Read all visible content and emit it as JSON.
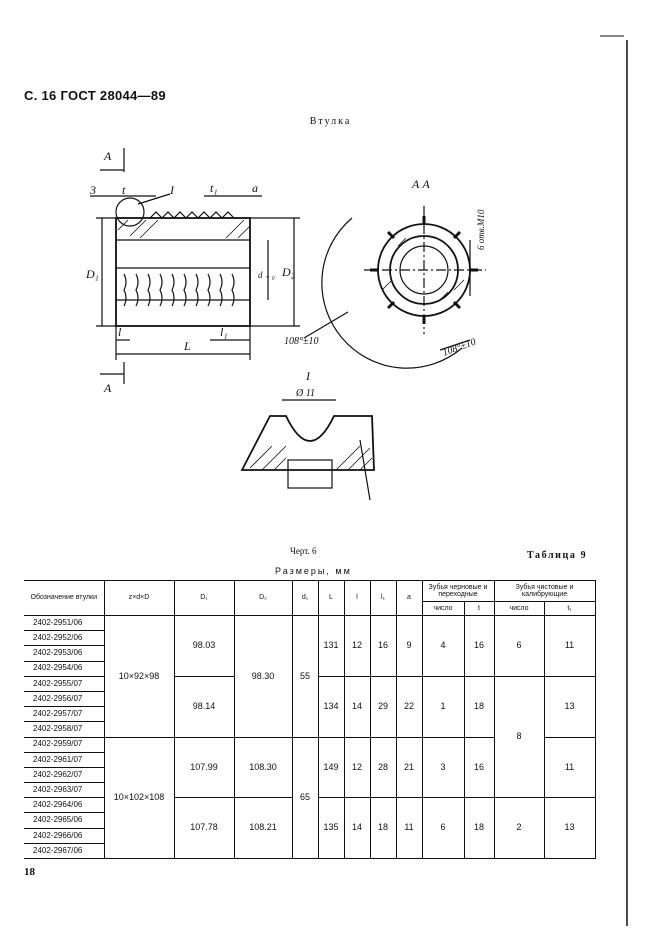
{
  "header": {
    "text": "С. 16 ГОСТ 28044—89"
  },
  "title": "Втулка",
  "caption": "Черт. 6",
  "table_label": "Таблица 9",
  "table_title": "Размеры, мм",
  "page_number": "18",
  "drawing": {
    "section_label_top": "А",
    "section_label_bottom": "А",
    "label_3": "3",
    "label_t": "t",
    "label_I": "I",
    "label_t1": "t₁",
    "label_a": "a",
    "label_D1": "D₁",
    "label_d": "d ₊ ₀",
    "label_D2": "D₂",
    "label_l": "l",
    "label_l1": "l₁",
    "label_L": "L",
    "angle_left": "108°±10",
    "section_view_title": "А А",
    "hole_label": "6 отв.М10",
    "angle_right": "108°±10",
    "detail_label": "I",
    "detail_dia": "Ø 11"
  },
  "table": {
    "headers": {
      "designation": "Обозначение втулки",
      "zdD": "z×d×D",
      "D1": "D₁",
      "D2": "D₂",
      "d1": "d₁",
      "L": "L",
      "l": "l",
      "l1": "l₁",
      "a": "a",
      "rough_group": "Зубья черновые и переходные",
      "finish_group": "Зубья чистовые и калибрующие",
      "count": "число",
      "t": "t",
      "count2": "число",
      "t1": "t₁"
    },
    "designations": [
      "2402-2951/06",
      "2402-2952/06",
      "2402-2953/06",
      "2402-2954/06",
      "2402-2955/07",
      "2402-2956/07",
      "2402-2957/07",
      "2402-2958/07",
      "2402-2959/07",
      "2402-2961/07",
      "2402-2962/07",
      "2402-2963/07",
      "2402-2964/06",
      "2402-2965/06",
      "2402-2966/06",
      "2402-2967/06"
    ],
    "zdD": [
      "10×92×98",
      "10×102×108"
    ],
    "D1": [
      "98.03",
      "98.14",
      "107.99",
      "107.78"
    ],
    "D2": [
      "98.30",
      "108.30",
      "108.21"
    ],
    "d1": [
      "55",
      "65"
    ],
    "L": [
      "131",
      "134",
      "149",
      "135"
    ],
    "l": [
      "12",
      "14",
      "12",
      "14"
    ],
    "l1": [
      "16",
      "29",
      "28",
      "18"
    ],
    "a": [
      "9",
      "22",
      "21",
      "11"
    ],
    "rough_count": [
      "4",
      "1",
      "3",
      "6"
    ],
    "rough_t": [
      "16",
      "18",
      "16",
      "18"
    ],
    "finish_count": [
      "6",
      "8",
      "2"
    ],
    "finish_t1": [
      "11",
      "13",
      "11",
      "13"
    ]
  }
}
